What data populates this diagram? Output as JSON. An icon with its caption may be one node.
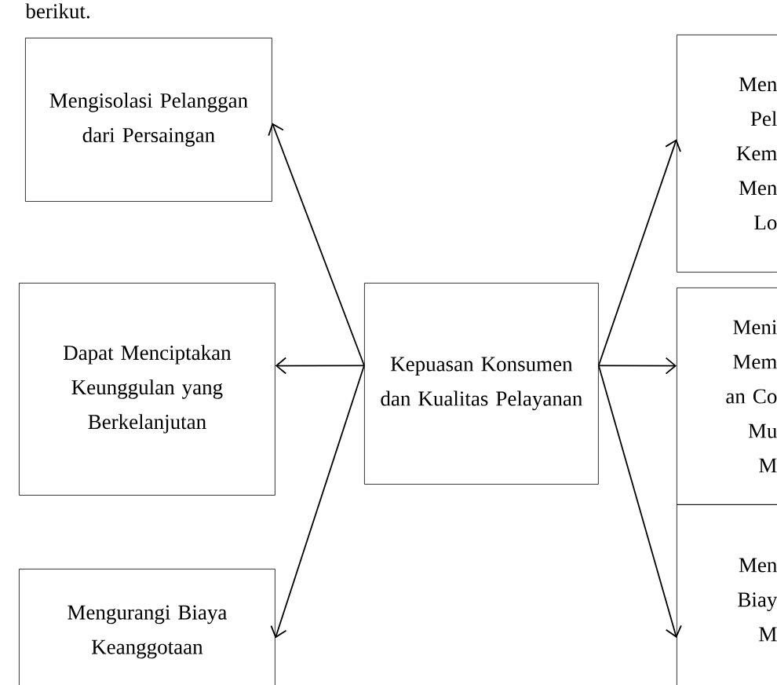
{
  "diagram": {
    "nodes": [
      {
        "text": [
          "Mengisolasi Pelanggan dari Persaingan"
        ]
      },
      {
        "text": [
          "Men",
          "Pel",
          "Kem",
          "Men",
          "Lo"
        ]
      },
      {
        "text": [
          "Dapat Menciptakan Keunggulan yang Berkelanjutan"
        ]
      },
      {
        "text": [
          "Kepuasan Konsumen dan Kualitas Pelayanan"
        ]
      },
      {
        "text": [
          "Meni",
          "Mem",
          "an Co",
          "Mu",
          "M"
        ]
      },
      {
        "text": [
          "Mengurangi Biaya Keanggotaan"
        ]
      },
      {
        "text": [
          "Men",
          "Biay",
          "M"
        ]
      }
    ],
    "edges": [
      {
        "from": 3,
        "to": 0,
        "arrow": "to"
      },
      {
        "from": 3,
        "to": 1,
        "arrow": "to"
      },
      {
        "from": 3,
        "to": 2,
        "arrow": "to"
      },
      {
        "from": 3,
        "to": 4,
        "arrow": "to"
      },
      {
        "from": 3,
        "to": 5,
        "arrow": "to"
      },
      {
        "from": 3,
        "to": 6,
        "arrow": "to"
      }
    ],
    "labels": [
      "berikut."
    ]
  }
}
